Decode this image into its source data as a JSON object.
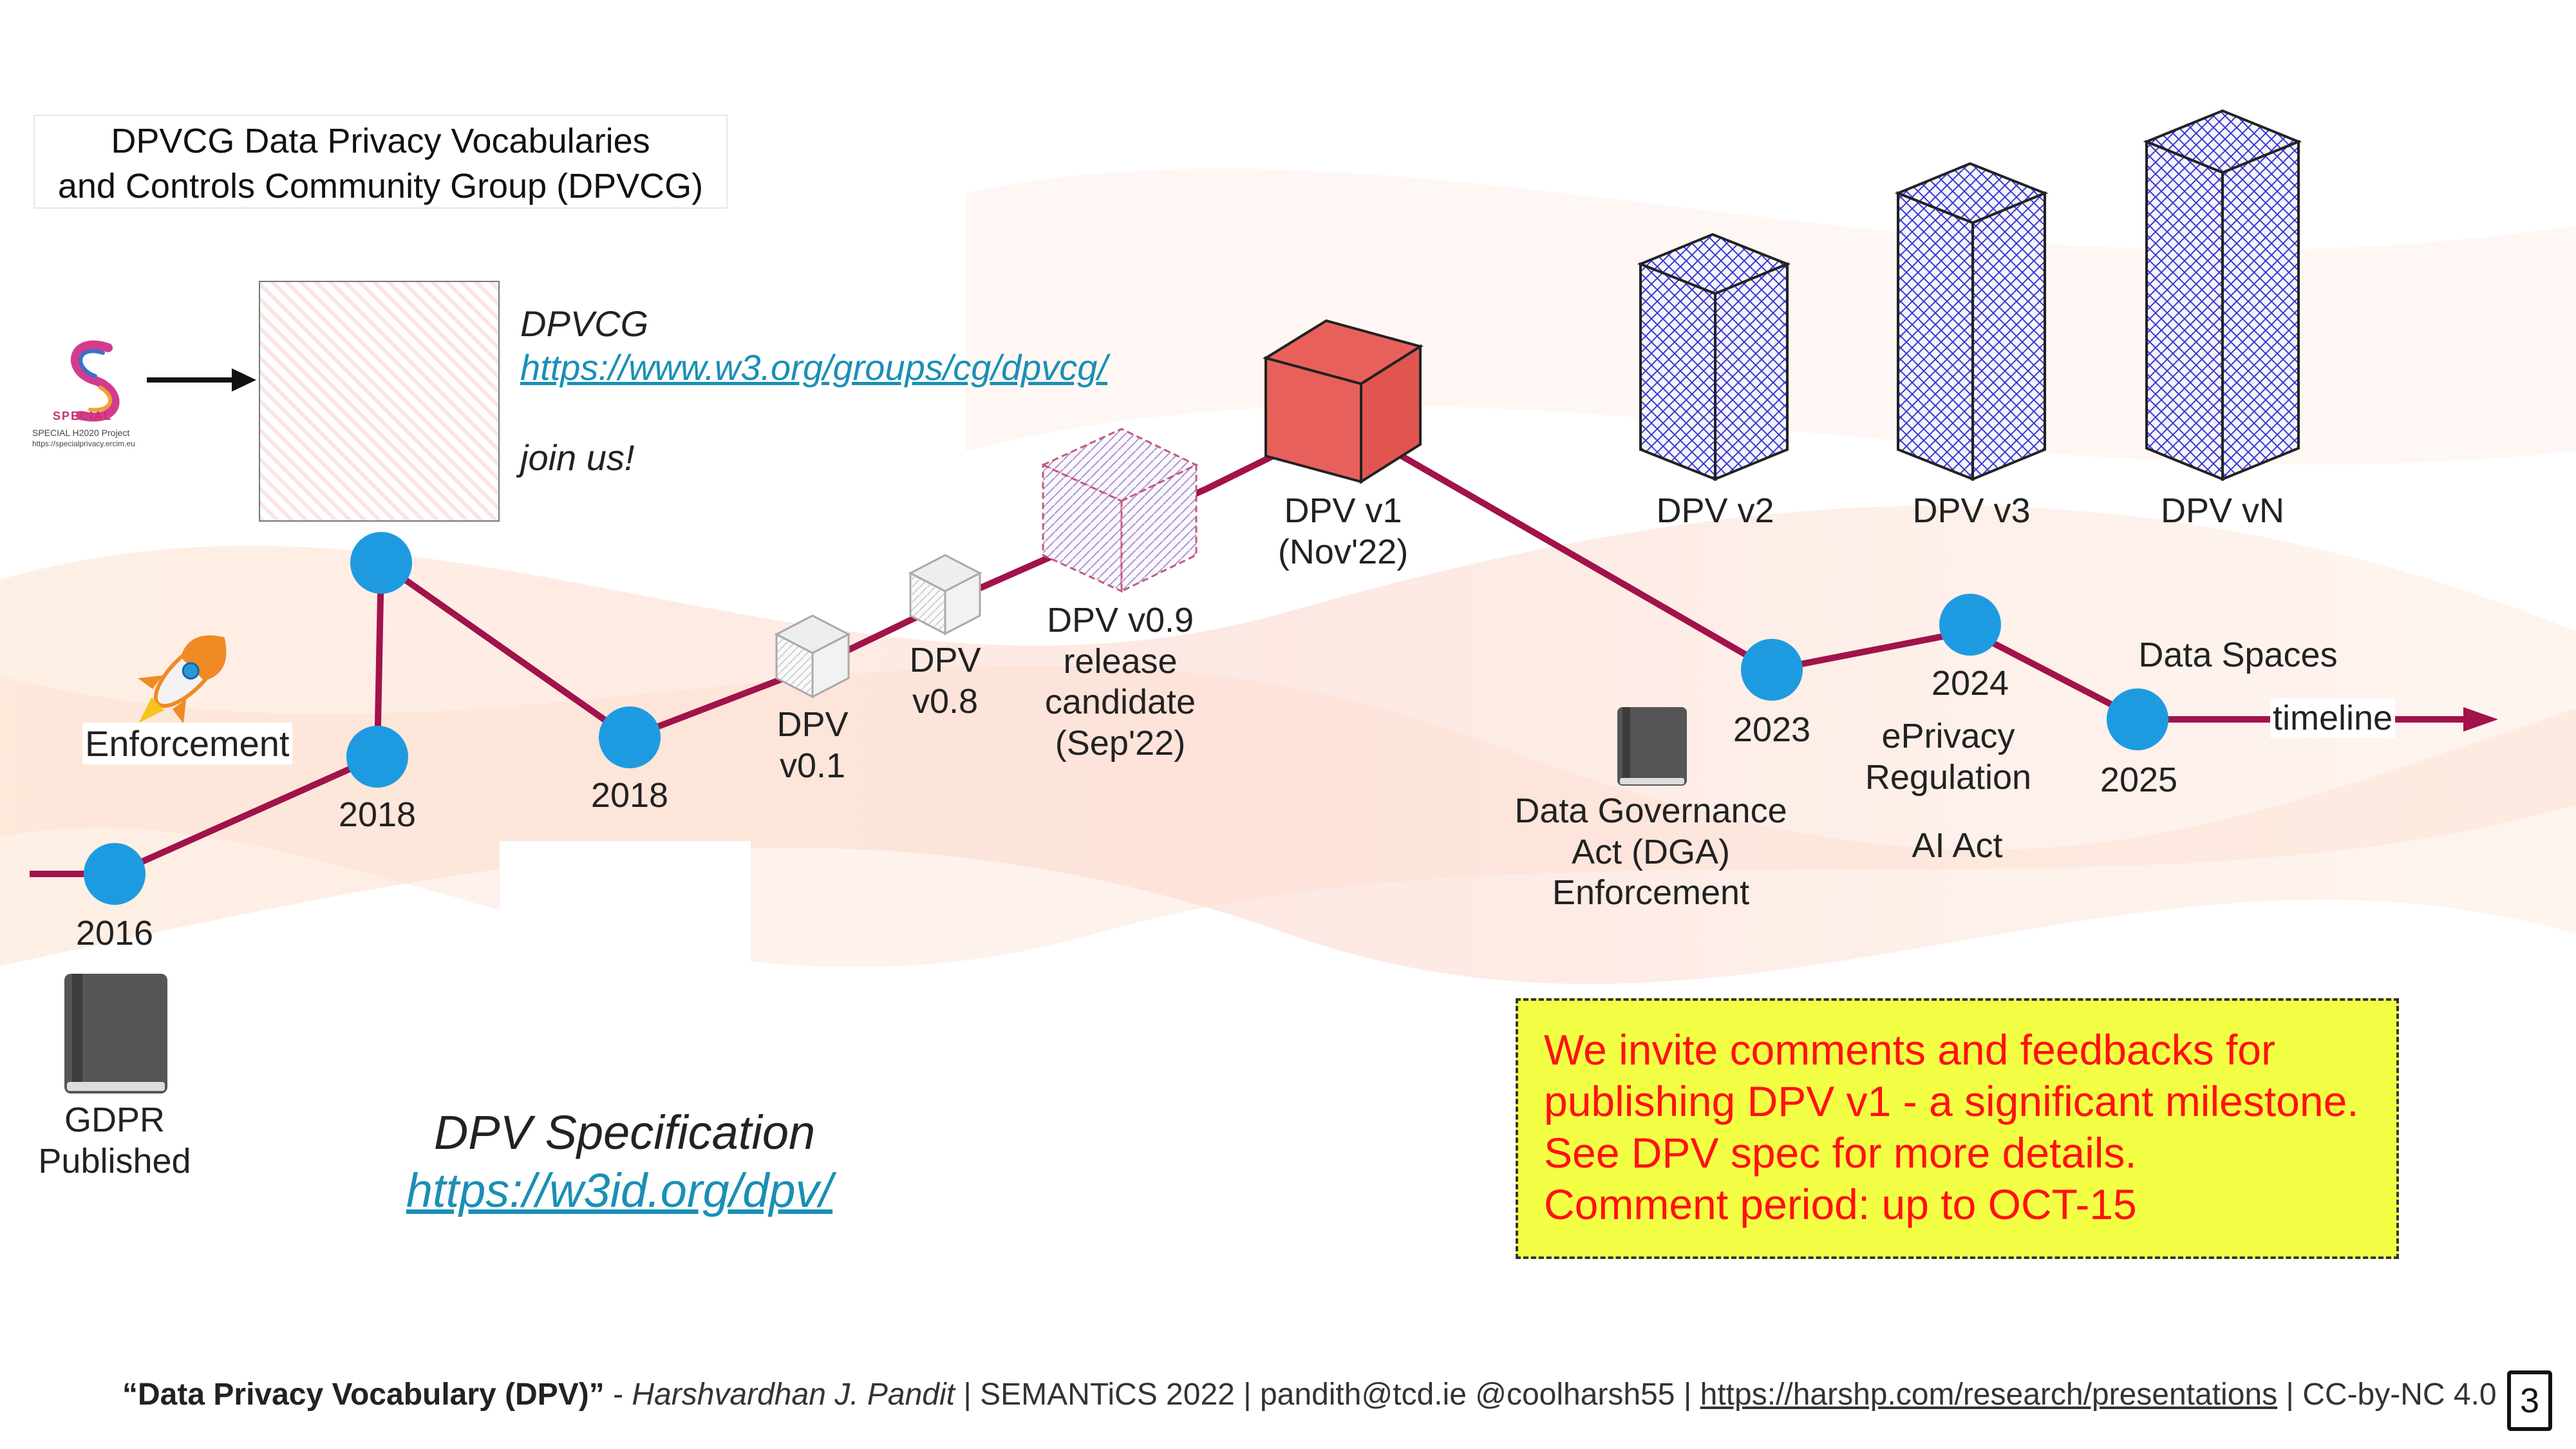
{
  "group_box": {
    "line1": "DPVCG Data Privacy Vocabularies",
    "line2": "and Controls Community Group (DPVCG)"
  },
  "special": {
    "logo_text": "SPECIAL",
    "caption1": "SPECIAL H2020 Project",
    "caption2": "https://specialprivacy.ercim.eu"
  },
  "dpvcg": {
    "title": "DPVCG",
    "url": "https://www.w3.org/groups/cg/dpvcg/",
    "cta": "join us!"
  },
  "spec": {
    "title": "DPV Specification",
    "url": "https://w3id.org/dpv/"
  },
  "timeline": {
    "label": "timeline",
    "points": [
      {
        "year": "2016",
        "caption": "GDPR\nPublished"
      },
      {
        "year": "2018",
        "caption": "Enforcement"
      },
      {
        "year": "2018",
        "caption": ""
      },
      {
        "year": "2023",
        "caption": "Data Governance\nAct (DGA)\nEnforcement"
      },
      {
        "year": "2024",
        "caption": "ePrivacy\nRegulation"
      },
      {
        "year": "2025",
        "caption": "Data Spaces"
      }
    ],
    "extra_caption": "AI Act",
    "releases": [
      {
        "name": "DPV\nv0.1"
      },
      {
        "name": "DPV\nv0.8"
      },
      {
        "name": "DPV v0.9\nrelease\ncandidate\n(Sep'22)"
      },
      {
        "name": "DPV v1\n(Nov'22)"
      },
      {
        "name": "DPV v2"
      },
      {
        "name": "DPV v3"
      },
      {
        "name": "DPV vN"
      }
    ]
  },
  "note": {
    "line1": "We invite comments and feedbacks for",
    "line2": "publishing DPV v1 - a significant milestone.",
    "line3": "See DPV spec for more details.",
    "line4": "Comment period: up to OCT-15"
  },
  "footer": {
    "title": "“Data Privacy Vocabulary (DPV)”",
    "sep1": " - ",
    "author": "Harshvardhan J. Pandit",
    "rest": " | SEMANTiCS 2022 | pandith@tcd.ie @coolharsh55 | ",
    "url": "https://harshp.com/research/presentations",
    "license": " | CC-by-NC 4.0",
    "page": "3"
  },
  "colors": {
    "line": "#a1134a",
    "node": "#1e9be0",
    "note_bg": "#f2ff44",
    "note_text": "#ff1010",
    "link": "#1a8fb5",
    "cube_v1": "#e8605c",
    "cube_future": "#5a5ad0"
  }
}
